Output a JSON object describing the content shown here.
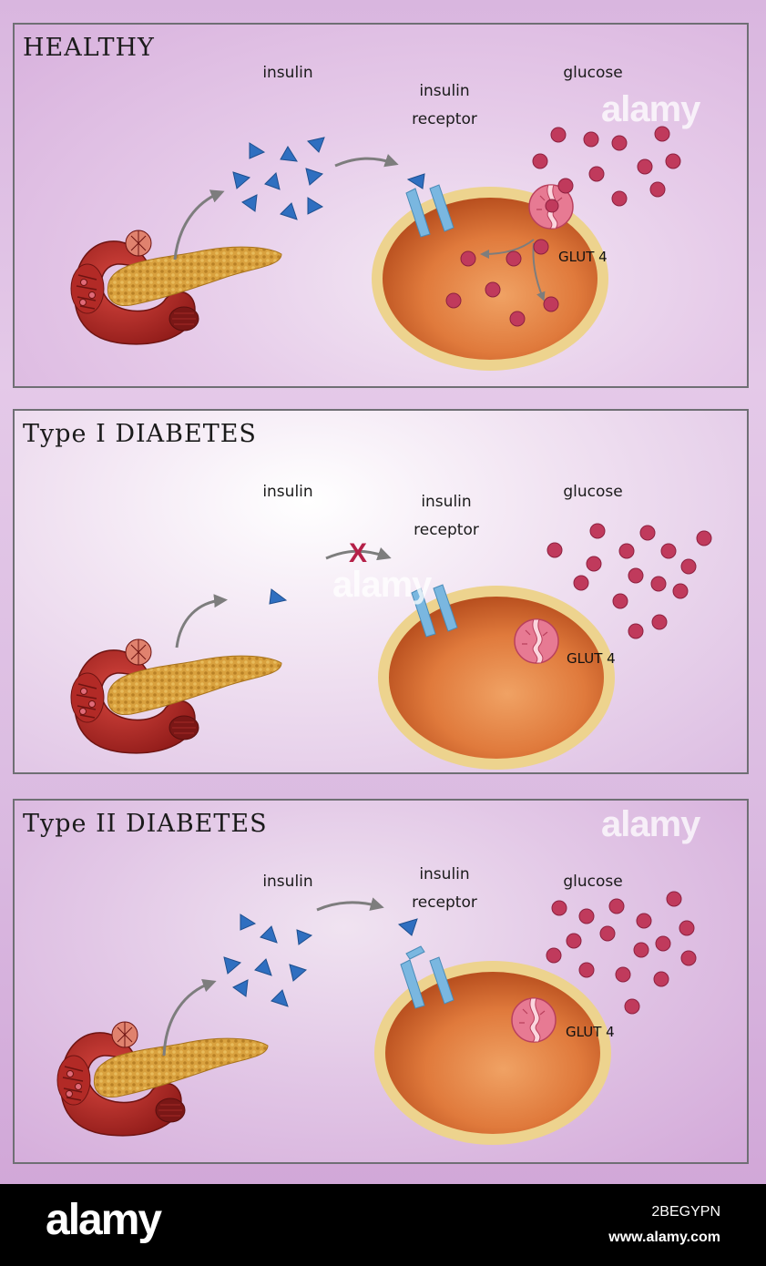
{
  "panels": {
    "healthy": {
      "title": "HEALTHY",
      "insulin": "insulin",
      "receptor_line1": "insulin",
      "receptor_line2": "receptor",
      "glucose": "glucose",
      "glut": "GLUT 4"
    },
    "type1": {
      "title": "Type I DIABETES",
      "insulin": "insulin",
      "receptor_line1": "insulin",
      "receptor_line2": "receptor",
      "glucose": "glucose",
      "glut": "GLUT 4",
      "block_mark": "X"
    },
    "type2": {
      "title": "Type II DIABETES",
      "insulin": "insulin",
      "receptor_line1": "insulin",
      "receptor_line2": "receptor",
      "glucose": "glucose",
      "glut": "GLUT 4"
    }
  },
  "watermark": {
    "text": "alamy"
  },
  "footer": {
    "logo": "alamy",
    "image_id": "2BEGYPN",
    "url": "www.alamy.com"
  },
  "colors": {
    "insulin": "#2f6fc0",
    "glucose": "#c03a5c",
    "cell_membrane": "#edd38e",
    "cell_body": "#d9692e",
    "receptor": "#7ab7e0",
    "block_mark": "#b52048",
    "arrow": "#7d7d7d"
  }
}
